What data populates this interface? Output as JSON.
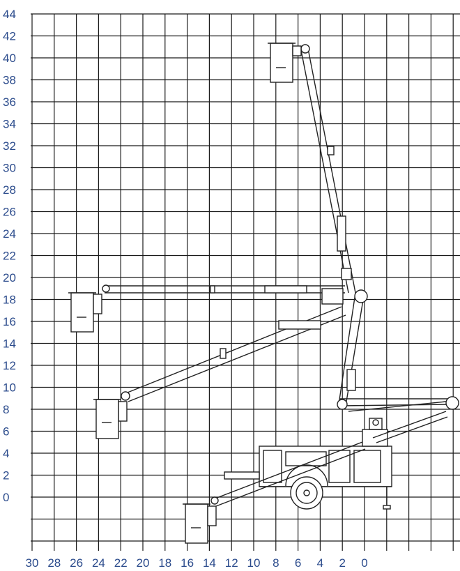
{
  "chart_data": {
    "type": "working-range-grid",
    "title": "",
    "xlabel": "",
    "ylabel": "",
    "x_ticks": [
      "30",
      "28",
      "26",
      "24",
      "22",
      "20",
      "18",
      "16",
      "14",
      "12",
      "10",
      "8",
      "6",
      "4",
      "2",
      "0"
    ],
    "y_ticks": [
      "44",
      "42",
      "40",
      "38",
      "36",
      "34",
      "32",
      "30",
      "28",
      "26",
      "24",
      "22",
      "20",
      "18",
      "16",
      "14",
      "12",
      "10",
      "8",
      "6",
      "4",
      "2",
      "0"
    ],
    "xlim": [
      30,
      -8
    ],
    "ylim": [
      -4,
      44
    ],
    "grid": true,
    "colors": {
      "grid": "#1a1a1a",
      "labels": "#2b4b8c",
      "ink": "#222222"
    },
    "platform_positions": [
      {
        "name": "max-height",
        "x": 7.5,
        "y": 39.5
      },
      {
        "name": "horizontal-outreach",
        "x": 25.5,
        "y": 17
      },
      {
        "name": "mid-reach",
        "x": 23.5,
        "y": 7.5
      },
      {
        "name": "below-grade",
        "x": 15.5,
        "y": -2
      },
      {
        "name": "stowed",
        "x": -7.5,
        "y": 9
      }
    ]
  }
}
